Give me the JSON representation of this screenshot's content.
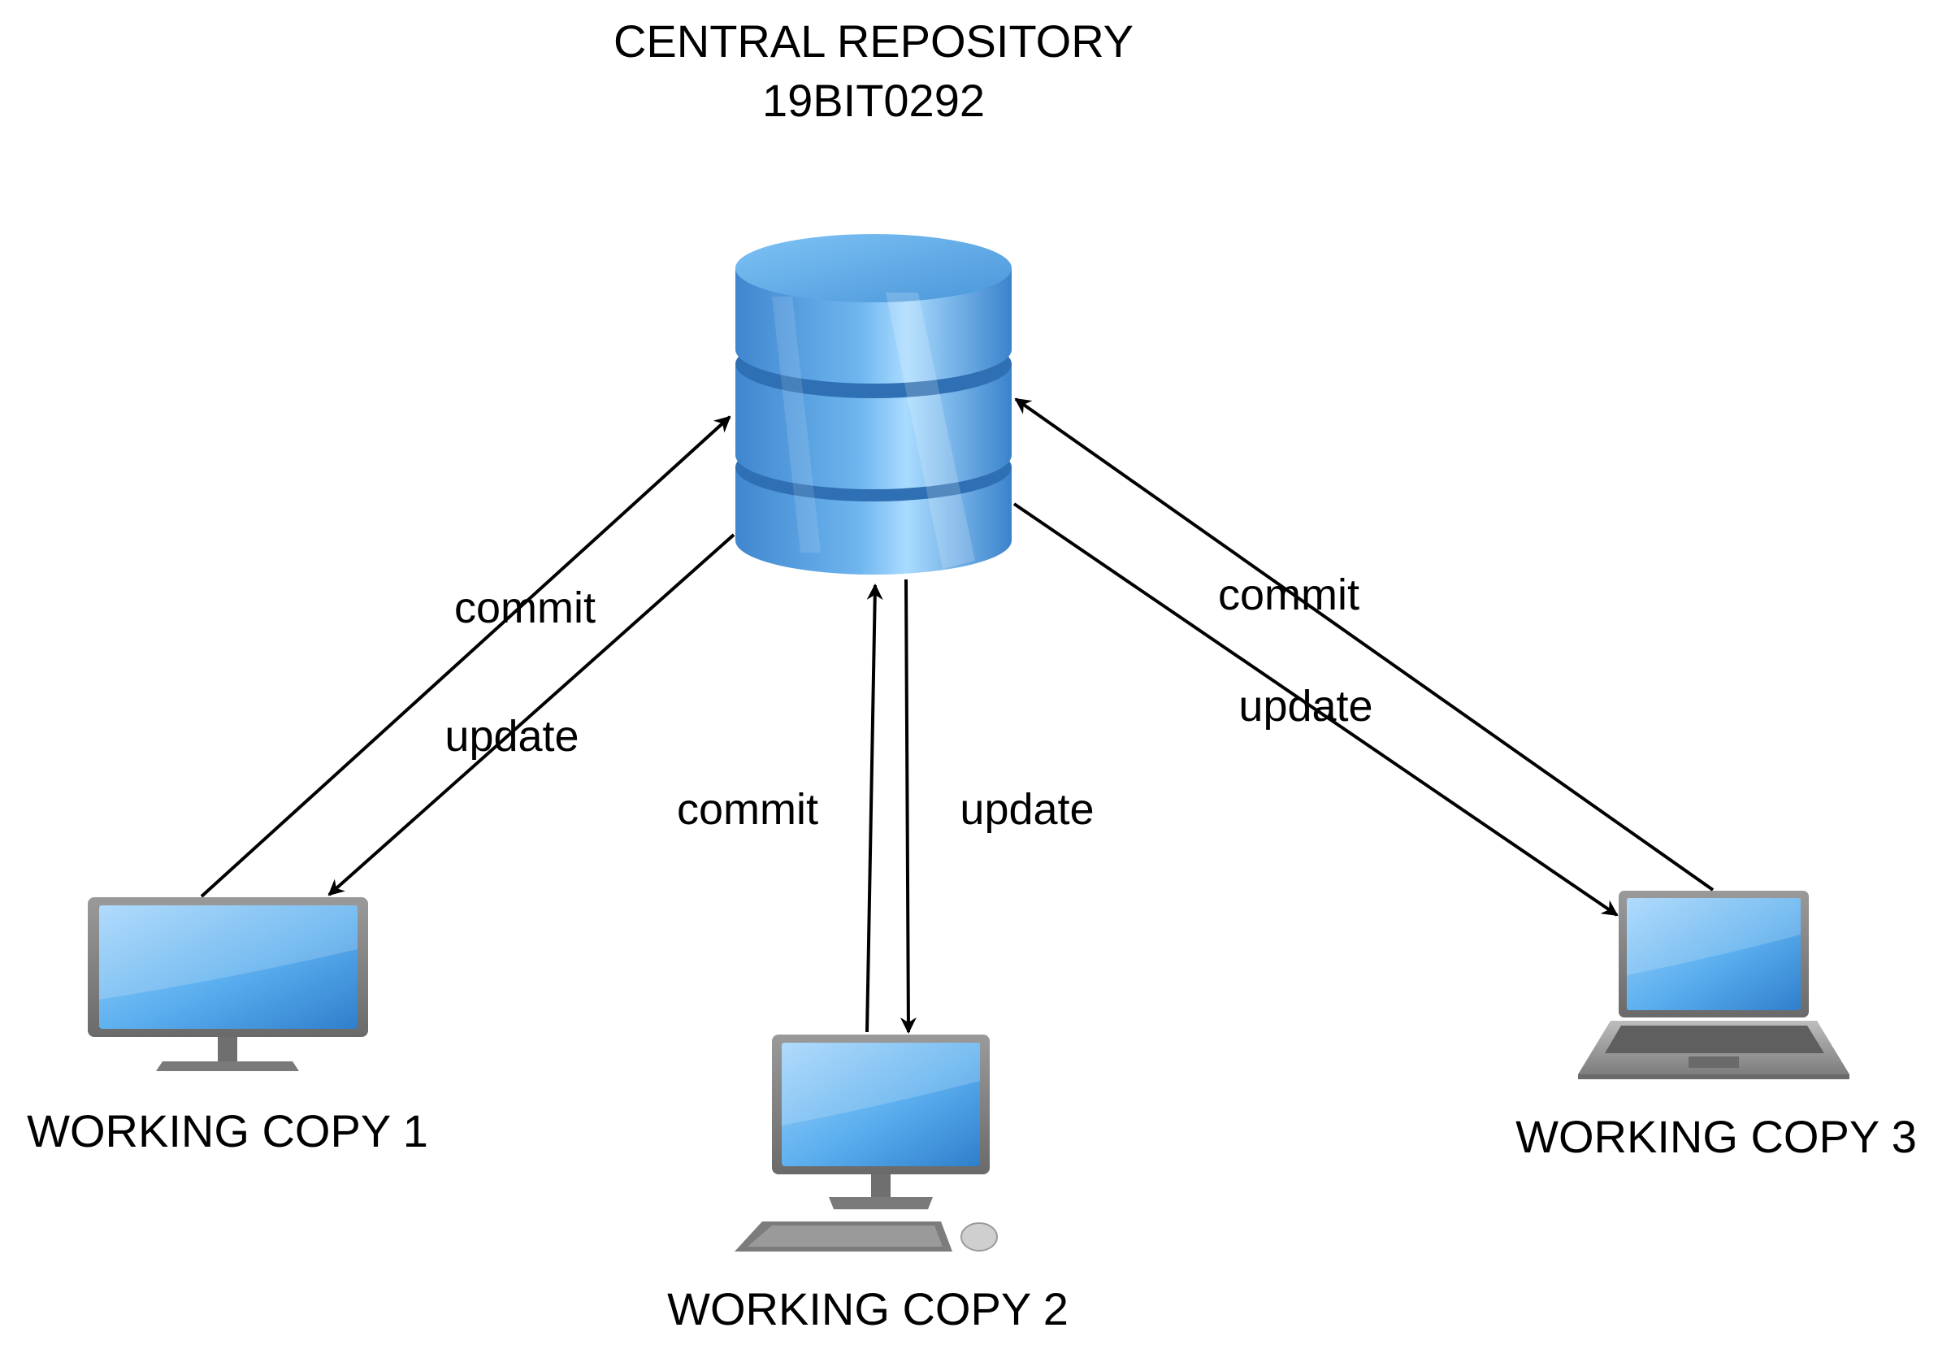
{
  "header": {
    "title": "CENTRAL REPOSITORY",
    "subtitle": "19BIT0292"
  },
  "nodes": {
    "repository": {
      "icon": "database-icon"
    },
    "copy1": {
      "label": "WORKING COPY 1",
      "icon": "monitor-icon"
    },
    "copy2": {
      "label": "WORKING COPY 2",
      "icon": "desktop-computer-icon"
    },
    "copy3": {
      "label": "WORKING COPY 3",
      "icon": "laptop-icon"
    }
  },
  "edges": {
    "copy1_commit": "commit",
    "copy1_update": "update",
    "copy2_commit": "commit",
    "copy2_update": "update",
    "copy3_commit": "commit",
    "copy3_update": "update"
  },
  "colors": {
    "accent_blue": "#4a90d9",
    "screen_blue": "#5aaeee",
    "device_gray": "#8a8a8a",
    "arrow": "#000000"
  }
}
